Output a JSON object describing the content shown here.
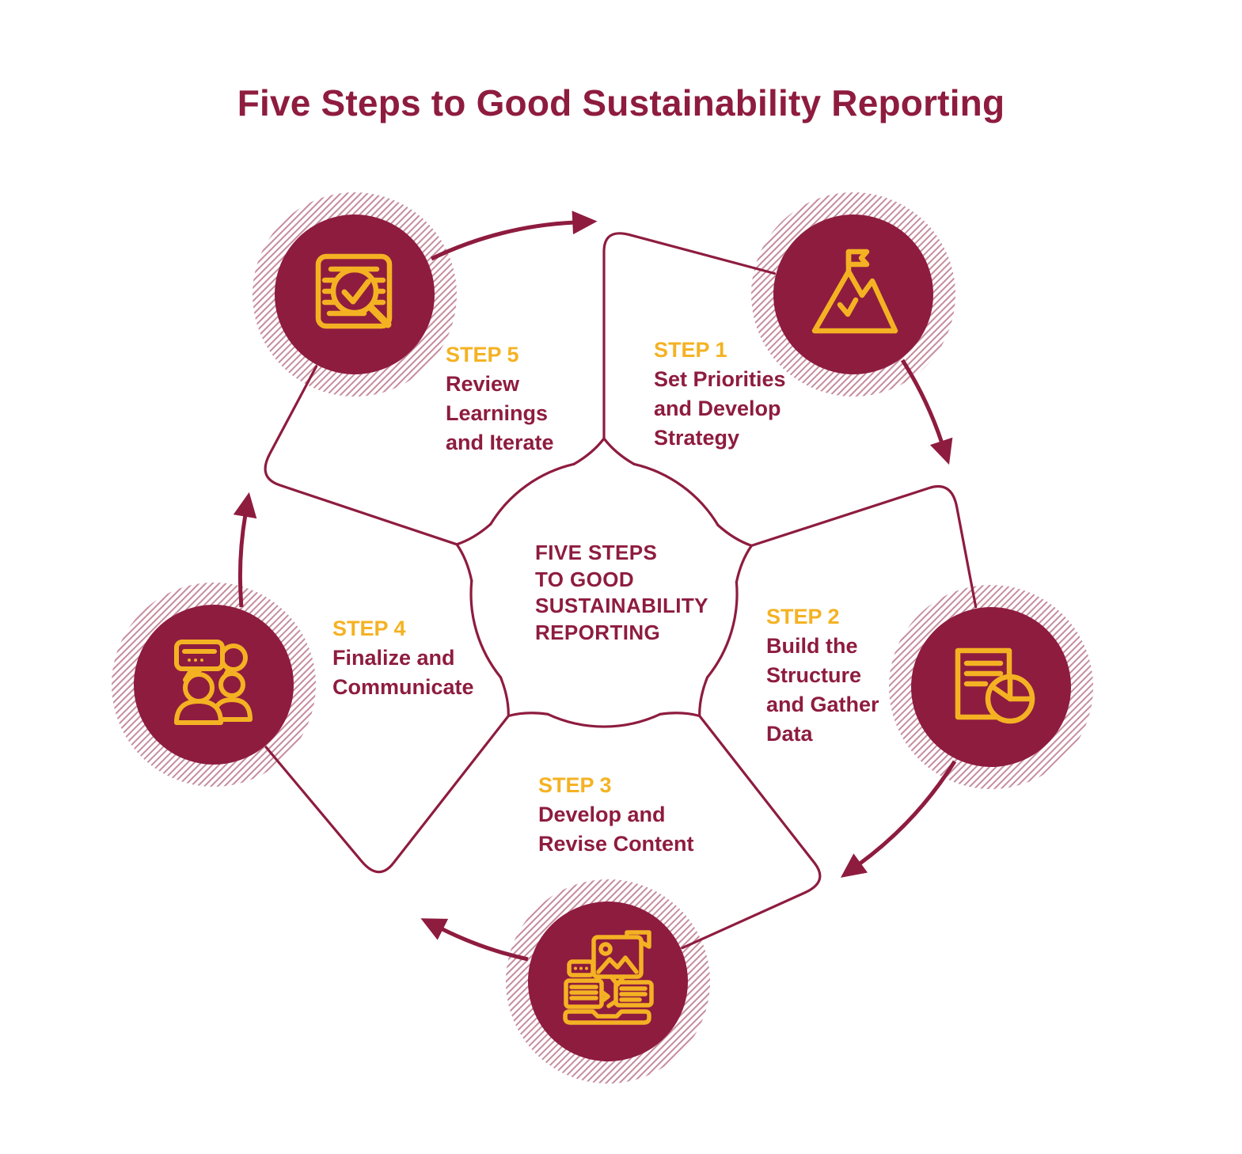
{
  "title": "Five Steps to Good Sustainability Reporting",
  "center_label": {
    "lines": [
      "FIVE STEPS",
      "TO GOOD",
      "SUSTAINABILITY",
      "REPORTING"
    ]
  },
  "steps": [
    {
      "label": "STEP 1",
      "lines": [
        "Set Priorities",
        "and Develop",
        "Strategy"
      ],
      "icon": "mountain-flag-icon"
    },
    {
      "label": "STEP 2",
      "lines": [
        "Build the",
        "Structure",
        "and Gather",
        "Data"
      ],
      "icon": "report-pie-chart-icon"
    },
    {
      "label": "STEP 3",
      "lines": [
        "Develop and",
        "Revise Content"
      ],
      "icon": "content-creation-icon"
    },
    {
      "label": "STEP 4",
      "lines": [
        "Finalize and",
        "Communicate"
      ],
      "icon": "people-conversation-icon"
    },
    {
      "label": "STEP 5",
      "lines": [
        "Review",
        "Learnings",
        "and Iterate"
      ],
      "icon": "document-review-icon"
    }
  ],
  "colors": {
    "maroon": "#8E1C3F",
    "gold": "#F4B223",
    "background": "#FFFFFF"
  }
}
